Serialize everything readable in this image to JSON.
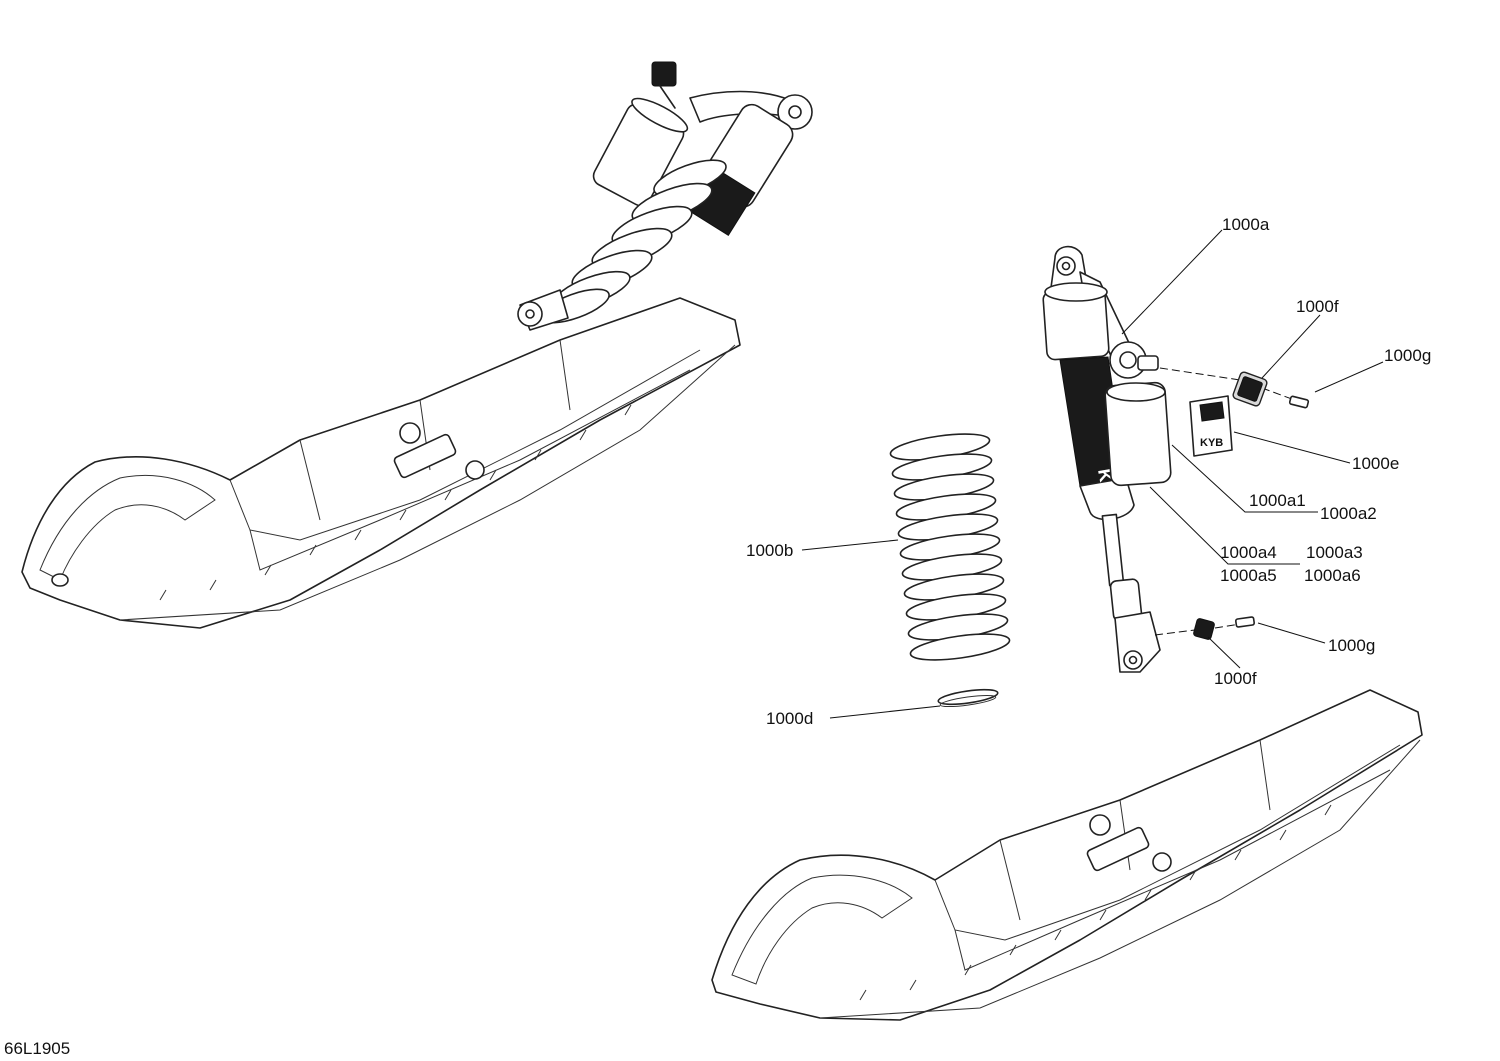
{
  "diagram_id": "66L1905",
  "callouts": [
    {
      "id": "c-1000a",
      "text": "1000a"
    },
    {
      "id": "c-1000f-top",
      "text": "1000f"
    },
    {
      "id": "c-1000g-top",
      "text": "1000g"
    },
    {
      "id": "c-1000e",
      "text": "1000e"
    },
    {
      "id": "c-1000a1",
      "text": "1000a1"
    },
    {
      "id": "c-1000a2",
      "text": "1000a2"
    },
    {
      "id": "c-1000a4",
      "text": "1000a4"
    },
    {
      "id": "c-1000a3",
      "text": "1000a3"
    },
    {
      "id": "c-1000a5",
      "text": "1000a5"
    },
    {
      "id": "c-1000a6",
      "text": "1000a6"
    },
    {
      "id": "c-1000b",
      "text": "1000b"
    },
    {
      "id": "c-1000d",
      "text": "1000d"
    },
    {
      "id": "c-1000g-bottom",
      "text": "1000g"
    },
    {
      "id": "c-1000f-bottom",
      "text": "1000f"
    }
  ],
  "decal_text": "KYB",
  "colors": {
    "line": "#111111",
    "background": "#ffffff"
  }
}
